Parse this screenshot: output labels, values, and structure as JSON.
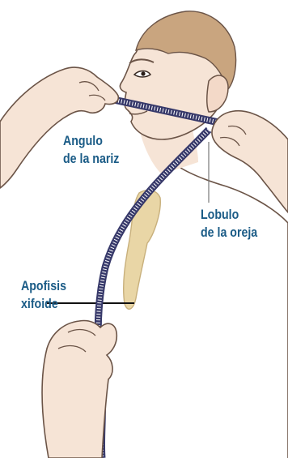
{
  "labels": {
    "nose_line1": "Angulo",
    "nose_line2": "de la nariz",
    "ear_line1": "Lobulo",
    "ear_line2": "de la oreja",
    "xiphoid_line1": "Apofisis",
    "xiphoid_line2": "xifoide"
  },
  "colors": {
    "label_text": "#1a5b86",
    "skin": "#f6e4d6",
    "skin_shadow": "#ecd2c0",
    "outline": "#6b5447",
    "hair": "#c9a57f",
    "tape": "#37396a",
    "tape_ticks": "#ffffff",
    "sternum": "#e9d6a6",
    "leader_line": "#111111"
  }
}
